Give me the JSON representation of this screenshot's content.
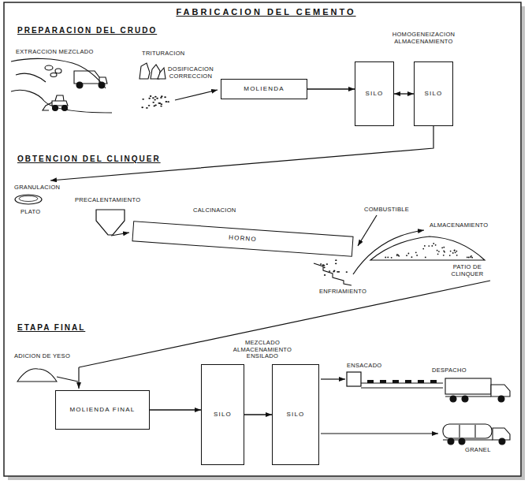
{
  "diagram": {
    "title": "FABRICACION DEL CEMENTO",
    "nodes": [
      {
        "text": [
          "MOLIENDA"
        ]
      },
      {
        "text": [
          "SILO"
        ]
      },
      {
        "text": [
          "SILO"
        ]
      },
      {
        "text": [
          "HORNO"
        ]
      },
      {
        "text": [
          "MOLIENDA FINAL"
        ]
      },
      {
        "text": [
          "SILO"
        ]
      },
      {
        "text": [
          "SILO"
        ]
      }
    ],
    "edges": [
      {
        "from": 0,
        "to": 1,
        "arrow": "to"
      },
      {
        "from": 1,
        "to": 2,
        "arrow": "both"
      },
      {
        "from": 4,
        "to": 5,
        "arrow": "to"
      },
      {
        "from": 5,
        "to": 6,
        "arrow": "to"
      }
    ],
    "labels": [
      "PREPARACION DEL CRUDO",
      "EXTRACCION MEZCLADO",
      "TRITURACION",
      "DOSIFICACION CORRECCION",
      "HOMOGENEIZACION ALMACENAMIENTO",
      "OBTENCION DEL CLINQUER",
      "GRANULACION",
      "PLATO",
      "PRECALENTAMIENTO",
      "CALCINACION",
      "COMBUSTIBLE",
      "ENFRIAMIENTO",
      "ALMACENAMIENTO",
      "PATIO DE CLINQUER",
      "ETAPA FINAL",
      "ADICION DE YESO",
      "MEZCLADO ALMACENAMIENTO ENSILADO",
      "ENSACADO",
      "DESPACHO",
      "GRANEL"
    ]
  }
}
